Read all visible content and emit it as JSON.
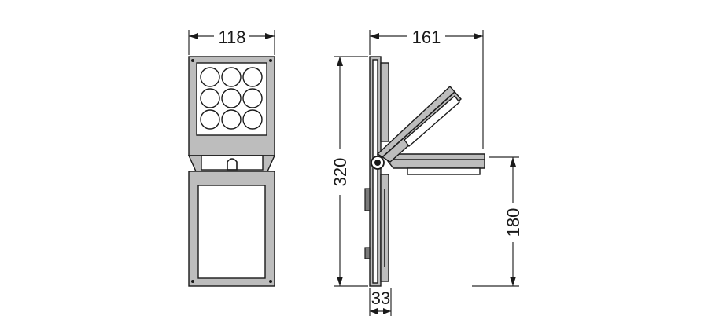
{
  "dimensions": {
    "front_width": "118",
    "side_depth": "161",
    "total_height": "320",
    "pivot_height": "180",
    "base_depth": "33"
  },
  "colors": {
    "housing": "#bdbdbd",
    "lines": "#1a1a1a",
    "background": "#ffffff"
  }
}
